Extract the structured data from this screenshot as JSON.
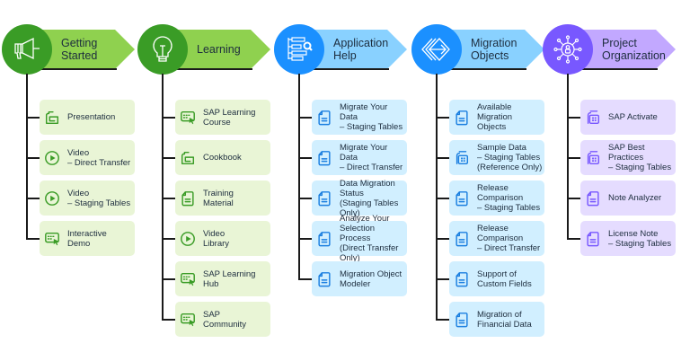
{
  "title": "Data Migration Resources Overview",
  "colors": {
    "green_dark": "#3a9c26",
    "green_light": "#8fd14f",
    "green_card": "#e9f5d6",
    "green_icon": "#3a9c26",
    "blue_dark": "#1b90ff",
    "blue_light": "#89d1ff",
    "blue_card": "#d1efff",
    "blue_icon": "#1b7fe0",
    "purple_dark": "#7858ff",
    "purple_light": "#c2a8ff",
    "purple_card": "#e5dcff",
    "purple_icon": "#7858ff"
  },
  "columns": [
    {
      "title": "Getting\nStarted",
      "icon": "megaphone-icon",
      "theme": "green",
      "items": [
        {
          "label": "Presentation",
          "icon": "presentation-icon"
        },
        {
          "label": "Video\n– Direct Transfer",
          "icon": "play-icon"
        },
        {
          "label": "Video\n– Staging Tables",
          "icon": "play-icon"
        },
        {
          "label": "Interactive\nDemo",
          "icon": "interactive-screen-icon"
        }
      ]
    },
    {
      "title": "Learning",
      "icon": "lightbulb-icon",
      "theme": "green",
      "items": [
        {
          "label": "SAP Learning\nCourse",
          "icon": "interactive-screen-icon"
        },
        {
          "label": "Cookbook",
          "icon": "presentation-icon"
        },
        {
          "label": "Training\nMaterial",
          "icon": "document-icon"
        },
        {
          "label": "Video\nLibrary",
          "icon": "play-icon"
        },
        {
          "label": "SAP Learning\nHub",
          "icon": "interactive-screen-icon"
        },
        {
          "label": "SAP\nCommunity",
          "icon": "interactive-screen-icon"
        }
      ]
    },
    {
      "title": "Application\nHelp",
      "icon": "tree-search-icon",
      "theme": "blue",
      "items": [
        {
          "label": "Migrate Your Data\n– Staging Tables",
          "icon": "document-icon"
        },
        {
          "label": "Migrate Your Data\n– Direct Transfer",
          "icon": "document-icon"
        },
        {
          "label": "Data Migration\nStatus\n(Staging Tables Only)",
          "icon": "document-icon"
        },
        {
          "label": "Analyze Your\nSelection Process\n(Direct Transfer Only)",
          "icon": "document-icon"
        },
        {
          "label": "Migration Object\nModeler",
          "icon": "document-icon"
        }
      ]
    },
    {
      "title": "Migration\nObjects",
      "icon": "migration-arrow-icon",
      "theme": "blue",
      "items": [
        {
          "label": "Available\nMigration\nObjects",
          "icon": "document-icon"
        },
        {
          "label": "Sample Data\n– Staging Tables\n(Reference Only)",
          "icon": "spreadsheet-icon"
        },
        {
          "label": "Release\nComparison\n– Staging Tables",
          "icon": "document-icon"
        },
        {
          "label": "Release\nComparison\n– Direct Transfer",
          "icon": "document-icon"
        },
        {
          "label": "Support of\nCustom Fields",
          "icon": "document-icon"
        },
        {
          "label": "Migration of\nFinancial Data",
          "icon": "document-icon"
        }
      ]
    },
    {
      "title": "Project\nOrganization",
      "icon": "network-person-icon",
      "theme": "purple",
      "items": [
        {
          "label": "SAP Activate",
          "icon": "spreadsheet-icon"
        },
        {
          "label": "SAP Best Practices\n– Staging Tables",
          "icon": "spreadsheet-icon"
        },
        {
          "label": "Note Analyzer",
          "icon": "document-icon"
        },
        {
          "label": "License Note\n– Staging Tables",
          "icon": "document-icon"
        }
      ]
    }
  ]
}
